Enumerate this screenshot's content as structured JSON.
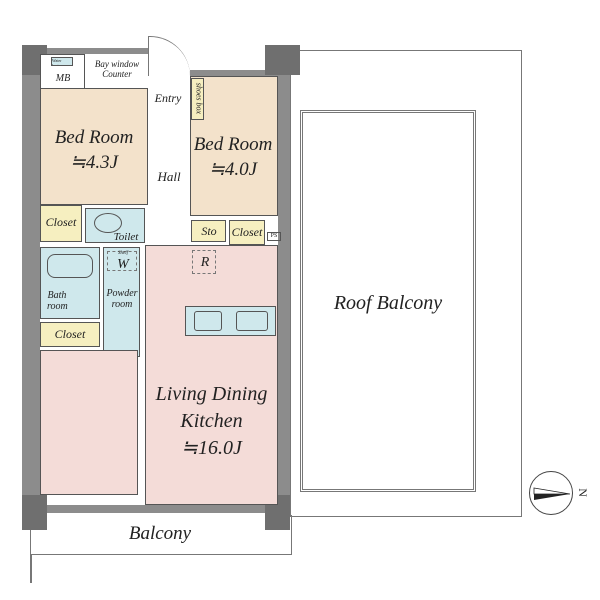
{
  "rooms": {
    "mb": "MB",
    "water_heater": "Water heater",
    "bay": "Bay window Counter",
    "entry": "Entry",
    "shoes_box": "shoes box",
    "bed1": "Bed Room",
    "bed1_size": "≒4.3J",
    "bed2": "Bed Room",
    "bed2_size": "≒4.0J",
    "hall": "Hall",
    "closet1": "Closet",
    "toilet": "Toilet",
    "sto": "Sto",
    "closet2": "Closet",
    "ps": "PS",
    "shelf": "Shelf",
    "w": "W",
    "r": "R",
    "bath": "Bath room",
    "powder": "Powder room",
    "closet3": "Closet",
    "ldk1": "Living Dining",
    "ldk2": "Kitchen",
    "ldk_size": "≒16.0J",
    "balcony": "Balcony",
    "roof_balcony": "Roof Balcony"
  },
  "compass": {
    "label": "N"
  },
  "colors": {
    "bedroom": "#f3e2cb",
    "wet": "#cfe8ec",
    "storage": "#f6efc0",
    "living": "#f4dcd8",
    "wall": "#8c8c8c"
  }
}
